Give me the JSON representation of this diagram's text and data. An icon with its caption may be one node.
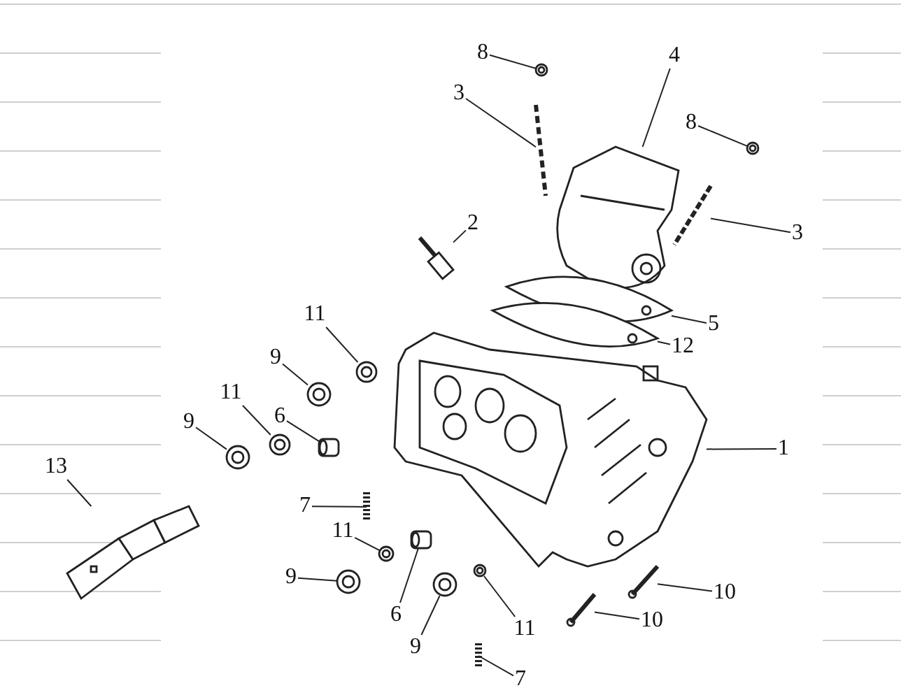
{
  "diagram": {
    "nodes": [
      {
        "text": [
          "8"
        ]
      },
      {
        "text": [
          "4"
        ]
      },
      {
        "text": [
          "3"
        ]
      },
      {
        "text": [
          "8"
        ]
      },
      {
        "text": [
          "3"
        ]
      },
      {
        "text": [
          "2"
        ]
      },
      {
        "text": [
          "11"
        ]
      },
      {
        "text": [
          "5"
        ]
      },
      {
        "text": [
          "12"
        ]
      },
      {
        "text": [
          "9"
        ]
      },
      {
        "text": [
          "11"
        ]
      },
      {
        "text": [
          "6"
        ]
      },
      {
        "text": [
          "9"
        ]
      },
      {
        "text": [
          "1"
        ]
      },
      {
        "text": [
          "13"
        ]
      },
      {
        "text": [
          "7"
        ]
      },
      {
        "text": [
          "11"
        ]
      },
      {
        "text": [
          "9"
        ]
      },
      {
        "text": [
          "10"
        ]
      },
      {
        "text": [
          "6"
        ]
      },
      {
        "text": [
          "10"
        ]
      },
      {
        "text": [
          "11"
        ]
      },
      {
        "text": [
          "9"
        ]
      },
      {
        "text": [
          "7"
        ]
      },
      {
        "text": [],
        "shape": "picture"
      },
      {
        "text": [],
        "shape": "picture"
      },
      {
        "text": [],
        "shape": "picture"
      },
      {
        "text": [],
        "shape": "picture"
      },
      {
        "text": [],
        "shape": "picture"
      },
      {
        "text": [],
        "shape": "picture"
      },
      {
        "text": [],
        "shape": "picture"
      },
      {
        "text": [],
        "shape": "picture"
      },
      {
        "text": [],
        "shape": "picture"
      },
      {
        "text": [],
        "shape": "picture"
      },
      {
        "text": [],
        "shape": "picture"
      },
      {
        "text": [],
        "shape": "picture"
      },
      {
        "text": [],
        "shape": "picture"
      },
      {
        "text": [],
        "shape": "picture"
      },
      {
        "text": [],
        "shape": "picture"
      },
      {
        "text": [],
        "shape": "picture"
      },
      {
        "text": [],
        "shape": "picture"
      },
      {
        "text": [],
        "shape": "picture"
      },
      {
        "text": [],
        "shape": "picture"
      },
      {
        "text": [],
        "shape": "picture"
      },
      {
        "text": [],
        "shape": "picture"
      },
      {
        "text": [],
        "shape": "picture"
      },
      {
        "text": [],
        "shape": "picture"
      },
      {
        "text": [],
        "shape": "picture"
      }
    ],
    "edges": [
      {
        "from": 0,
        "to": 24,
        "arrow": "none"
      },
      {
        "from": 1,
        "to": 25,
        "arrow": "none"
      },
      {
        "from": 2,
        "to": 26,
        "arrow": "none"
      },
      {
        "from": 3,
        "to": 27,
        "arrow": "none"
      },
      {
        "from": 4,
        "to": 28,
        "arrow": "none"
      },
      {
        "from": 5,
        "to": 29,
        "arrow": "none"
      },
      {
        "from": 6,
        "to": 30,
        "arrow": "none"
      },
      {
        "from": 7,
        "to": 31,
        "arrow": "none"
      },
      {
        "from": 8,
        "to": 32,
        "arrow": "none"
      },
      {
        "from": 9,
        "to": 33,
        "arrow": "none"
      },
      {
        "from": 10,
        "to": 34,
        "arrow": "none"
      },
      {
        "from": 11,
        "to": 35,
        "arrow": "none"
      },
      {
        "from": 12,
        "to": 36,
        "arrow": "none"
      },
      {
        "from": 13,
        "to": 37,
        "arrow": "none"
      },
      {
        "from": 14,
        "to": 38,
        "arrow": "none"
      },
      {
        "from": 15,
        "to": 39,
        "arrow": "none"
      },
      {
        "from": 16,
        "to": 40,
        "arrow": "none"
      },
      {
        "from": 17,
        "to": 41,
        "arrow": "none"
      },
      {
        "from": 18,
        "to": 42,
        "arrow": "none"
      },
      {
        "from": 19,
        "to": 43,
        "arrow": "none"
      },
      {
        "from": 20,
        "to": 44,
        "arrow": "none"
      },
      {
        "from": 21,
        "to": 45,
        "arrow": "none"
      },
      {
        "from": 22,
        "to": 46,
        "arrow": "none"
      },
      {
        "from": 23,
        "to": 47,
        "arrow": "none"
      }
    ]
  }
}
